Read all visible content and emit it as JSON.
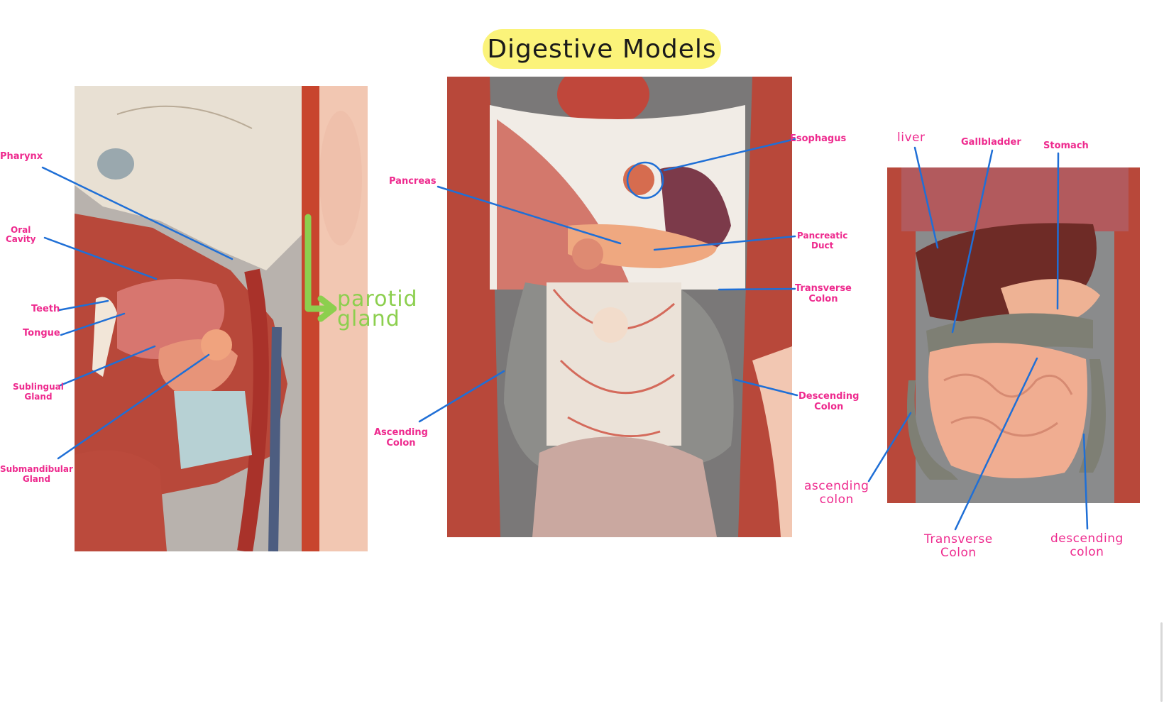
{
  "title": "Digestive Models",
  "colors": {
    "label": "#ee2a8e",
    "leader": "#1f6fd6",
    "accent_green": "#8ccf4e",
    "title_highlight": "#fbf37a"
  },
  "models": {
    "head": {
      "labels": {
        "pharynx": "Pharynx",
        "oral_cavity": "Oral\nCavity",
        "teeth": "Teeth",
        "tongue": "Tongue",
        "sublingual": "Sublingual\nGland",
        "submandibular": "Submandibular\nGland",
        "parotid": "parotid\ngland"
      }
    },
    "torso": {
      "labels": {
        "pancreas": "Pancreas",
        "esophagus": "Esophagus",
        "pancreatic_duct": "Pancreatic\nDuct",
        "transverse_colon": "Transverse\nColon",
        "descending_colon": "Descending\nColon",
        "ascending_colon": "Ascending\nColon"
      }
    },
    "abdomen": {
      "labels": {
        "liver": "liver",
        "gallbladder": "Gallbladder",
        "stomach": "Stomach",
        "ascending_colon": "ascending\ncolon",
        "transverse_colon": "Transverse\nColon",
        "descending_colon": "descending\ncolon"
      }
    }
  }
}
